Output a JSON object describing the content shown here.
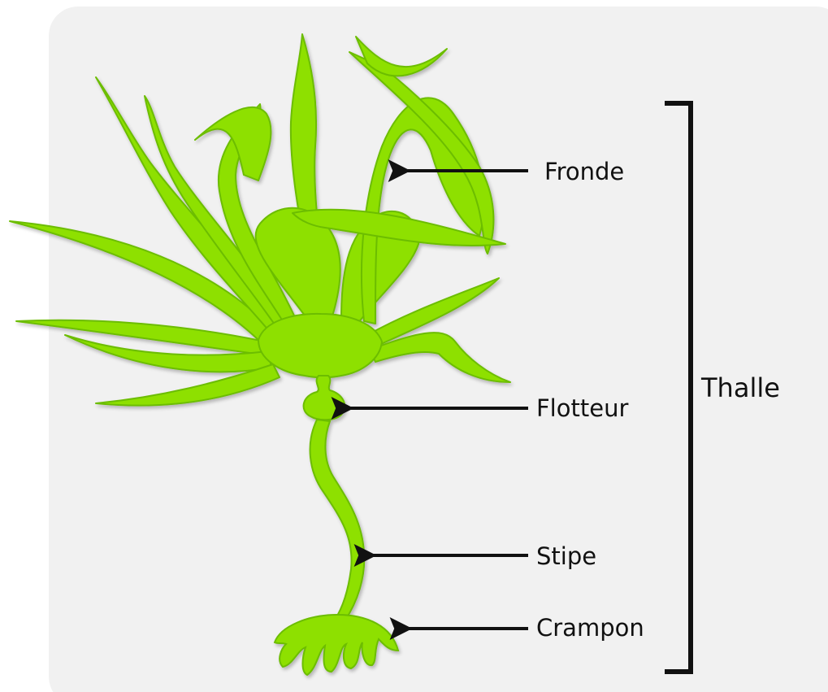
{
  "labels": {
    "fronde": "Fronde",
    "flotteur": "Flotteur",
    "stipe": "Stipe",
    "crampon": "Crampon",
    "thalle": "Thalle"
  },
  "colors": {
    "background": "#f1f1f1",
    "alga_fill": "#8ee000",
    "alga_shade": "#6cbd00",
    "arrow": "#111111",
    "text": "#111111"
  }
}
